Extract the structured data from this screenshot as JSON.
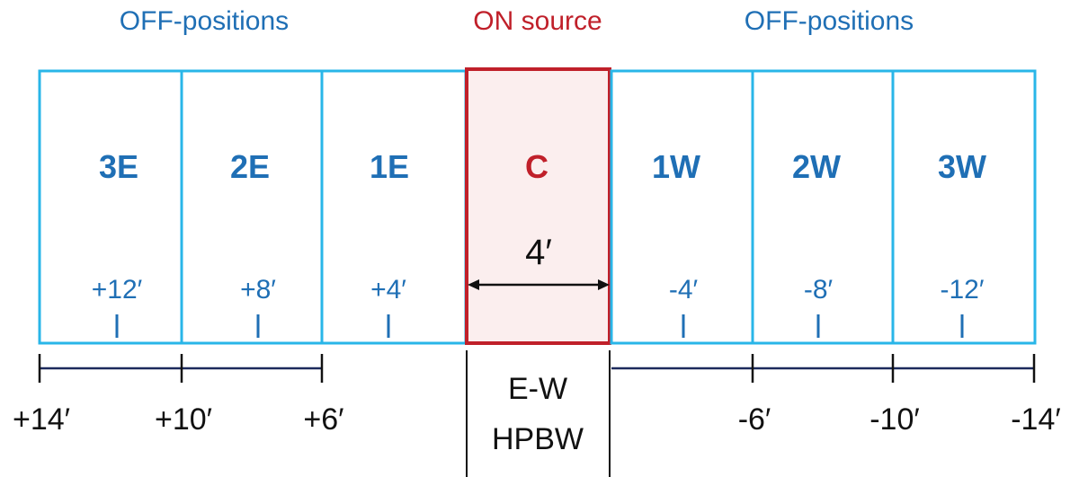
{
  "headers": {
    "left": "OFF-positions",
    "center": "ON source",
    "right": "OFF-positions"
  },
  "boxes": [
    {
      "label": "3E",
      "offset": "+12′",
      "kind": "off"
    },
    {
      "label": "2E",
      "offset": "+8′",
      "kind": "off"
    },
    {
      "label": "1E",
      "offset": "+4′",
      "kind": "off"
    },
    {
      "label": "C",
      "offset": "",
      "kind": "on"
    },
    {
      "label": "1W",
      "offset": "-4′",
      "kind": "off"
    },
    {
      "label": "2W",
      "offset": "-8′",
      "kind": "off"
    },
    {
      "label": "3W",
      "offset": "-12′",
      "kind": "off"
    }
  ],
  "width_label": "4′",
  "hpbw": {
    "line1": "E-W",
    "line2": "HPBW"
  },
  "axis": {
    "left_ticks": [
      "+14′",
      "+10′",
      "+6′"
    ],
    "right_ticks": [
      "-6′",
      "-10′",
      "-14′"
    ]
  },
  "colors": {
    "off_border": "#29b6e8",
    "off_text": "#1f6fb5",
    "on_border": "#c0202a",
    "on_fill": "#fbeeee",
    "on_text": "#c0202a",
    "axis_line": "#1c2a5c",
    "axis_text": "#111111"
  }
}
